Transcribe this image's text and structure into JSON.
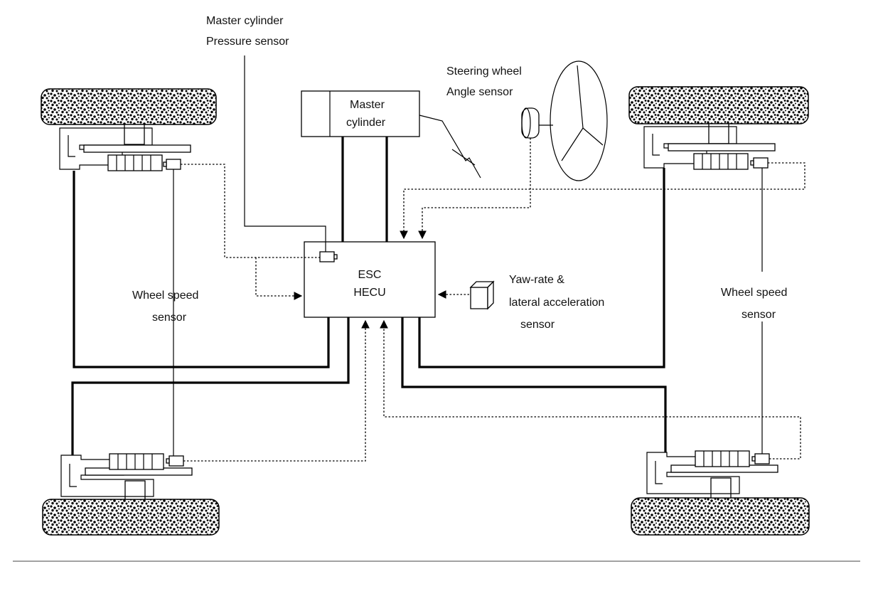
{
  "labels": {
    "master_pressure_l1": "Master cylinder",
    "master_pressure_l2": "Pressure sensor",
    "master_cyl_l1": "Master",
    "master_cyl_l2": "cylinder",
    "steering_l1": "Steering wheel",
    "steering_l2": "Angle sensor",
    "ecu_l1": "ESC",
    "ecu_l2": "HECU",
    "yaw_l1": "Yaw-rate &",
    "yaw_l2": "lateral acceleration",
    "yaw_l3": "sensor",
    "wss_left_l1": "Wheel speed",
    "wss_left_l2": "sensor",
    "wss_right_l1": "Wheel speed",
    "wss_right_l2": "sensor"
  },
  "colors": {
    "line": "#000000",
    "background": "#ffffff",
    "text": "#111111"
  }
}
